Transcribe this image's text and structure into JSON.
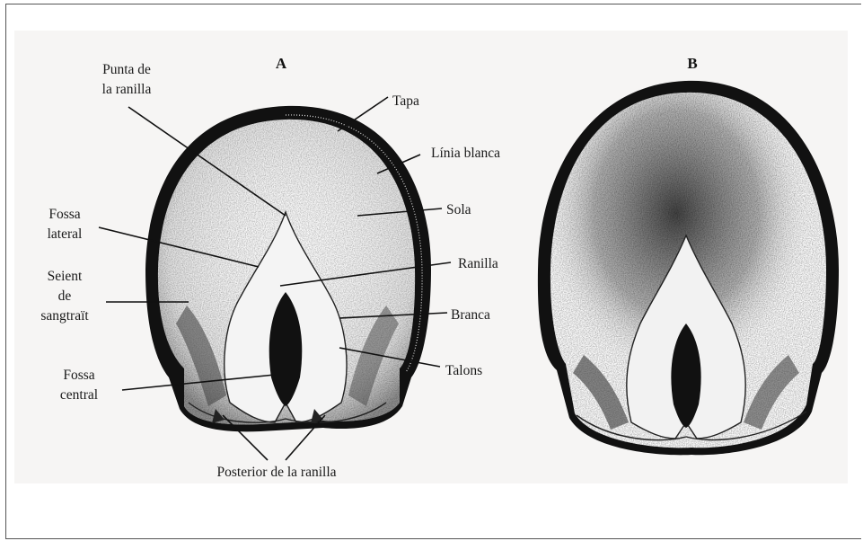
{
  "panels": {
    "a": "A",
    "b": "B"
  },
  "labels": {
    "punta_line1": "Punta de",
    "punta_line2": "la ranilla",
    "tapa": "Tapa",
    "linia_blanca": "Línia blanca",
    "sola": "Sola",
    "fossa_lateral_line1": "Fossa",
    "fossa_lateral_line2": "lateral",
    "ranilla": "Ranilla",
    "seient_line1": "Seient",
    "seient_line2": "de",
    "seient_line3": "sangtraït",
    "branca": "Branca",
    "fossa_central_line1": "Fossa",
    "fossa_central_line2": "central",
    "talons": "Talons",
    "posterior": "Posterior de la ranilla"
  },
  "colors": {
    "background": "#f6f5f4",
    "wall": "#111111",
    "text": "#1a1a1a"
  }
}
